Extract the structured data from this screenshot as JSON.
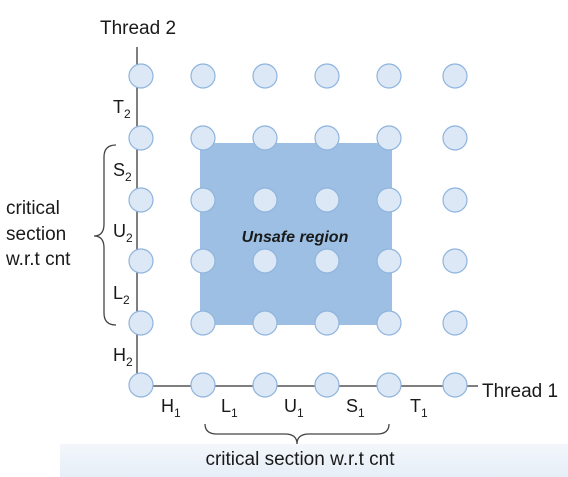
{
  "axes": {
    "thread2_label": "Thread 2",
    "thread1_label": "Thread 1"
  },
  "vertical_segments": [
    {
      "letter": "T",
      "sub": "2"
    },
    {
      "letter": "S",
      "sub": "2"
    },
    {
      "letter": "U",
      "sub": "2"
    },
    {
      "letter": "L",
      "sub": "2"
    },
    {
      "letter": "H",
      "sub": "2"
    }
  ],
  "horizontal_segments": [
    {
      "letter": "H",
      "sub": "1"
    },
    {
      "letter": "L",
      "sub": "1"
    },
    {
      "letter": "U",
      "sub": "1"
    },
    {
      "letter": "S",
      "sub": "1"
    },
    {
      "letter": "T",
      "sub": "1"
    }
  ],
  "critical_section_side": [
    "critical",
    "section",
    "w.r.t cnt"
  ],
  "critical_section_bottom": "critical section w.r.t cnt",
  "unsafe_region_label": "Unsafe region",
  "colors": {
    "node_fill": "#dce8f5",
    "node_stroke": "#8fb4dd",
    "unsafe_fill": "#9dbfe3",
    "axis": "#555555"
  }
}
